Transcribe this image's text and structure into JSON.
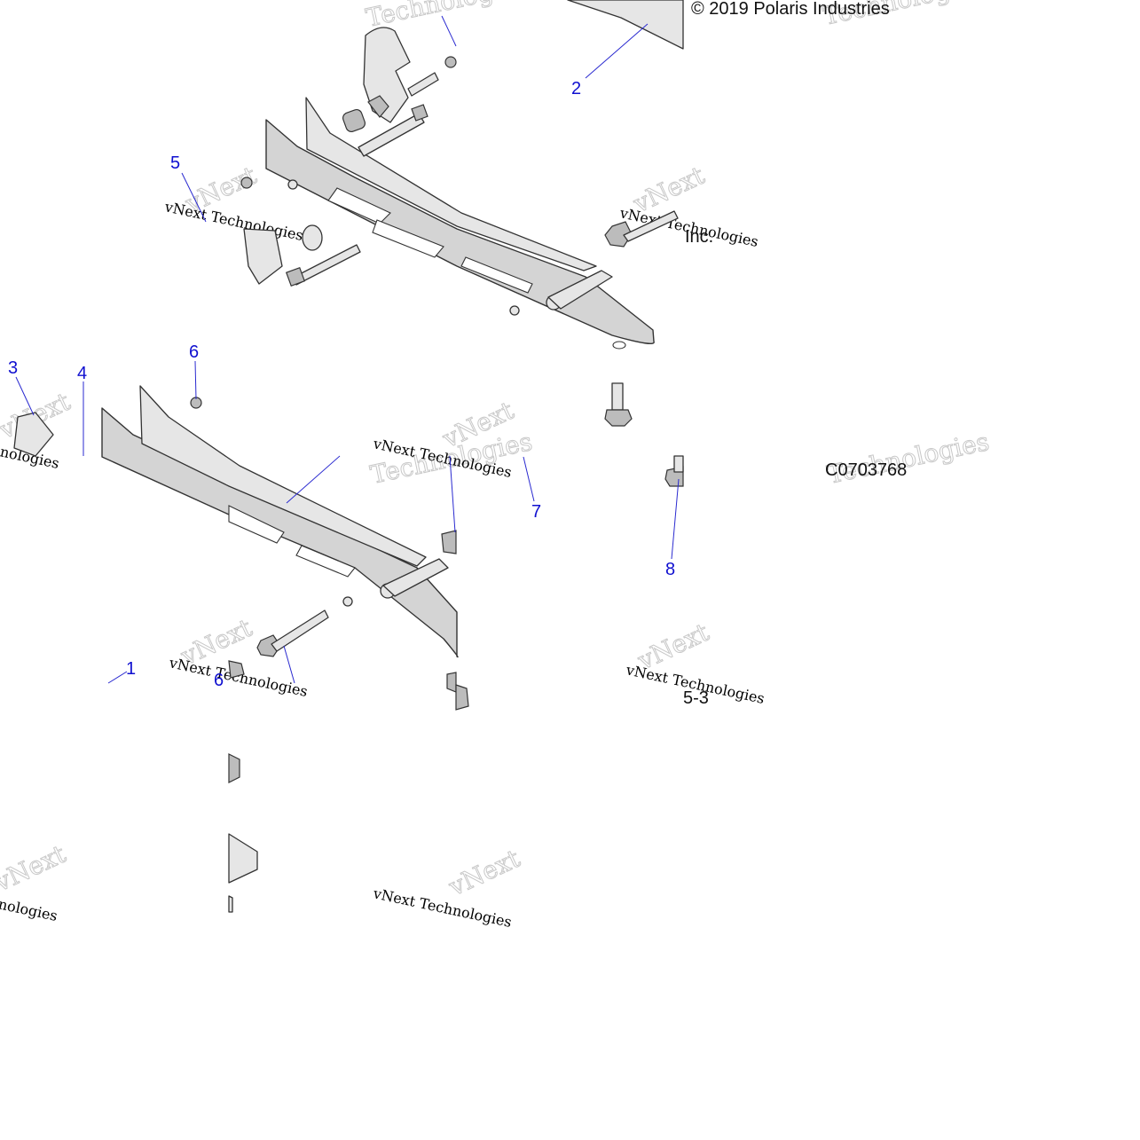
{
  "copyright": "© 2019 Polaris Industries",
  "copyright_tail": "Inc.",
  "drawing_code": "C0703768",
  "page_fragment": "5-3",
  "watermark": {
    "brand": "vNext",
    "line": "vNext Technologies",
    "short": "Technologies"
  },
  "callouts": [
    "1",
    "2",
    "3",
    "4",
    "5",
    "6",
    "6",
    "7",
    "8"
  ]
}
